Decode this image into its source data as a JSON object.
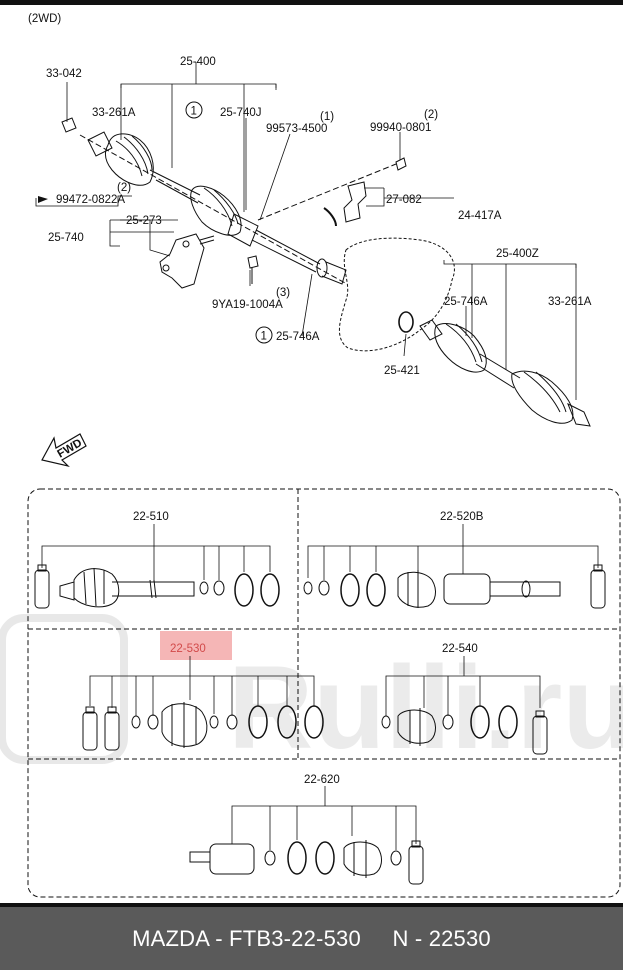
{
  "header": {
    "variant": "(2WD)"
  },
  "labels": {
    "p33_042": "33-042",
    "p25_400": "25-400",
    "p33_261A_left": "33-261A",
    "p25_740J": "25-740J",
    "circle1_top": "1",
    "p99573_qty": "(1)",
    "p99573": "99573-4500",
    "p99940_qty": "(2)",
    "p99940": "99940-0801",
    "p99472_qty": "(2)",
    "p99472": "99472-0822A",
    "p27_082": "27-082",
    "p24_417A": "24-417A",
    "p25_273": "25-273",
    "p25_740": "25-740",
    "p25_400Z": "25-400Z",
    "p9YA19_qty": "(3)",
    "p9YA19": "9YA19-1004A",
    "circle1_mid": "1",
    "p25_746A_left": "25-746A",
    "p25_746A_right": "25-746A",
    "p33_261A_right": "33-261A",
    "p25_421": "25-421",
    "fwd": "FWD",
    "p22_510": "22-510",
    "p22_520B": "22-520B",
    "p22_530": "22-530",
    "p22_540": "22-540",
    "p22_620": "22-620"
  },
  "watermark": "Rulli.ru",
  "colors": {
    "highlight": "#f3a9a9",
    "footer_bg": "#5a5a5a",
    "ink": "#111111"
  },
  "footer": {
    "brand_part": "MAZDA - FTB3-22-530",
    "number": "N - 22530"
  }
}
